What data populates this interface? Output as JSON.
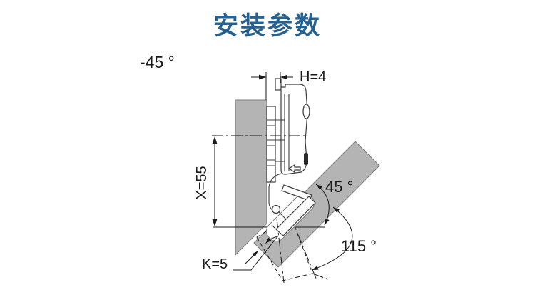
{
  "header": {
    "title": "安装参数"
  },
  "colors": {
    "title": "#26618F",
    "panel": "#B4B4B4",
    "panel_edge": "#7D7D7D",
    "ink": "#1A1A1A",
    "outline": "#3C3C3C"
  },
  "diagram": {
    "variant_angle_label": "-45 °",
    "dimensions": {
      "h_label": "H=4",
      "x_label": "X=55",
      "k_label": "K=5"
    },
    "angles": {
      "corner_label": "45 °",
      "opening_label": "115 °"
    }
  }
}
